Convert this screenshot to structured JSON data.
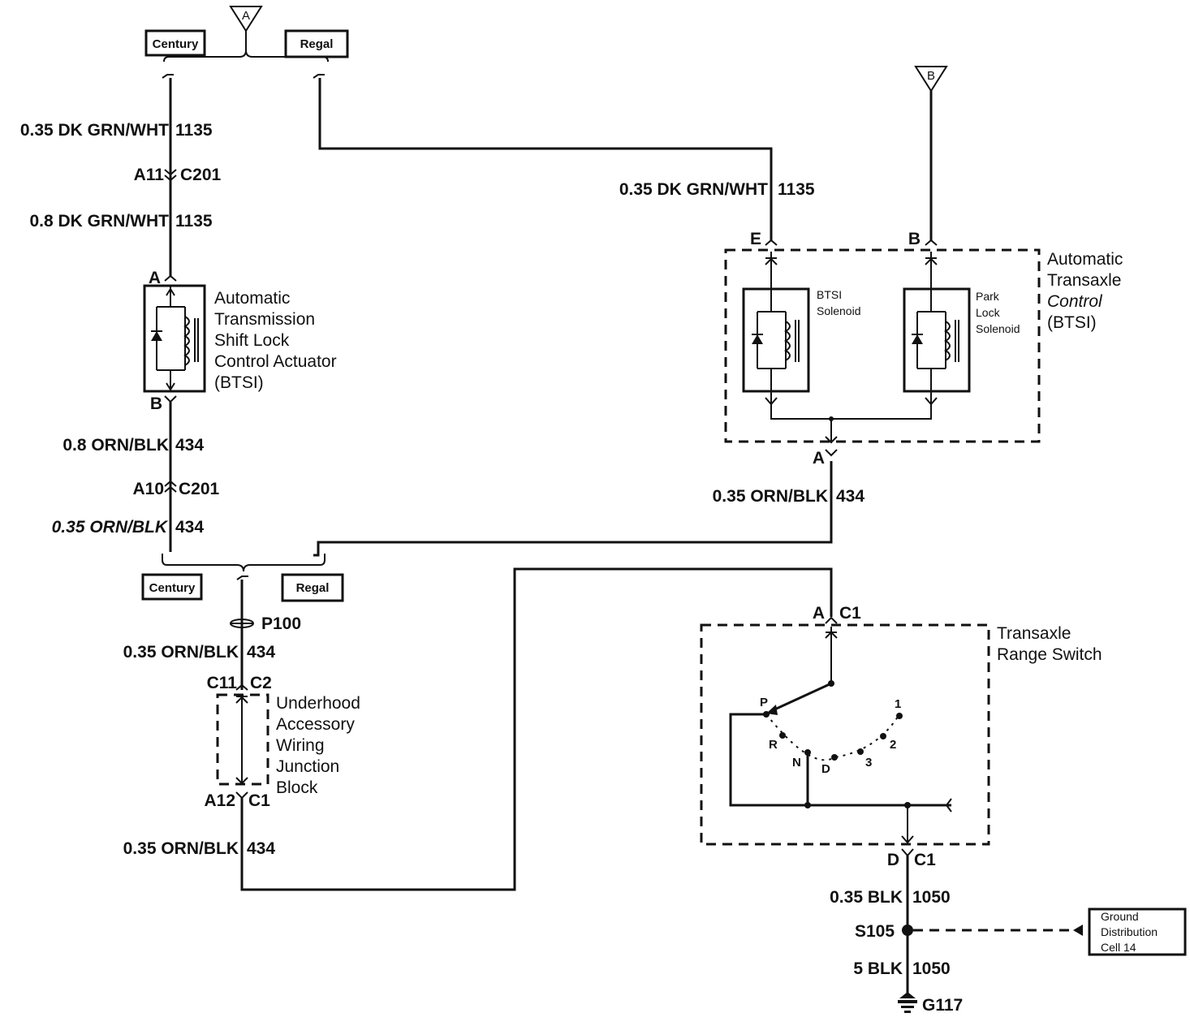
{
  "refs": {
    "top_a": "A",
    "top_b": "B"
  },
  "option_boxes": {
    "century_top": "Century",
    "regal_top": "Regal",
    "century_bottom": "Century",
    "regal_bottom": "Regal"
  },
  "left_column": {
    "wire_top": "0.35 DK GRN/WHT",
    "circuit_top": "1135",
    "conn_a11": "A11",
    "conn_c201_upper": "C201",
    "wire_mid": "0.8 DK GRN/WHT",
    "circuit_mid": "1135",
    "pin_a": "A",
    "pin_b": "B",
    "actuator": {
      "line1": "Automatic",
      "line2": "Transmission",
      "line3": "Shift Lock",
      "line4": "Control Actuator",
      "line5": "(BTSI)"
    },
    "wire_orn_08": "0.8 ORN/BLK",
    "circuit_434_a": "434",
    "conn_a10": "A10",
    "conn_c201_lower": "C201",
    "wire_orn_035_a": "0.35 ORN/BLK",
    "circuit_434_b": "434",
    "p100": "P100",
    "wire_orn_035_b": "0.35 ORN/BLK",
    "circuit_434_c": "434",
    "conn_c11": "C11",
    "conn_c2": "C2",
    "junction": {
      "line1": "Underhood",
      "line2": "Accessory",
      "line3": "Wiring",
      "line4": "Junction",
      "line5": "Block"
    },
    "conn_a12": "A12",
    "conn_c1": "C1",
    "wire_orn_035_c": "0.35 ORN/BLK",
    "circuit_434_d": "434"
  },
  "right_module": {
    "wire_top": "0.35 DK GRN/WHT",
    "circuit_top": "1135",
    "pin_e": "E",
    "pin_b": "B",
    "btsi_solenoid": {
      "line1": "BTSI",
      "line2": "Solenoid"
    },
    "park_lock_solenoid": {
      "line1": "Park",
      "line2": "Lock",
      "line3": "Solenoid"
    },
    "module_title": {
      "line1": "Automatic",
      "line2": "Transaxle",
      "line3": "Control",
      "line4": "(BTSI)"
    },
    "pin_a": "A",
    "wire_out": "0.35 ORN/BLK",
    "circuit_out": "434"
  },
  "range_switch": {
    "conn_a": "A",
    "conn_c1_top": "C1",
    "title": {
      "line1": "Transaxle",
      "line2": "Range Switch"
    },
    "positions": [
      "P",
      "R",
      "N",
      "D",
      "3",
      "2",
      "1"
    ],
    "conn_d": "D",
    "conn_c1_bottom": "C1",
    "wire_blk_035": "0.35 BLK",
    "circuit_1050_a": "1050",
    "splice": "S105",
    "wire_blk_5": "5 BLK",
    "circuit_1050_b": "1050",
    "ground": "G117",
    "ground_dist": {
      "line1": "Ground",
      "line2": "Distribution",
      "line3": "Cell 14"
    }
  }
}
